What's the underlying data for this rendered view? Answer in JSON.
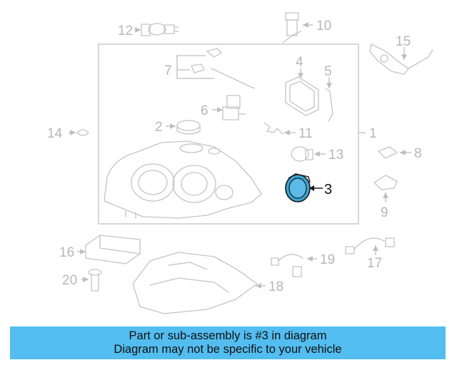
{
  "callouts": {
    "c1": "1",
    "c2": "2",
    "c3": "3",
    "c4": "4",
    "c5": "5",
    "c6": "6",
    "c7": "7",
    "c8": "8",
    "c9": "9",
    "c10": "10",
    "c11": "11",
    "c12": "12",
    "c13": "13",
    "c14": "14",
    "c15": "15",
    "c16": "16",
    "c17": "17",
    "c18": "18",
    "c19": "19",
    "c20": "20"
  },
  "highlighted_part": "3",
  "colors": {
    "banner": "#53bdf0",
    "highlight_fill": "#3aa4d6",
    "callout": "#b7b7b7"
  },
  "banner": {
    "line1": "Part or sub-assembly is #3 in diagram",
    "line2": "Diagram may not be specific to your vehicle"
  }
}
